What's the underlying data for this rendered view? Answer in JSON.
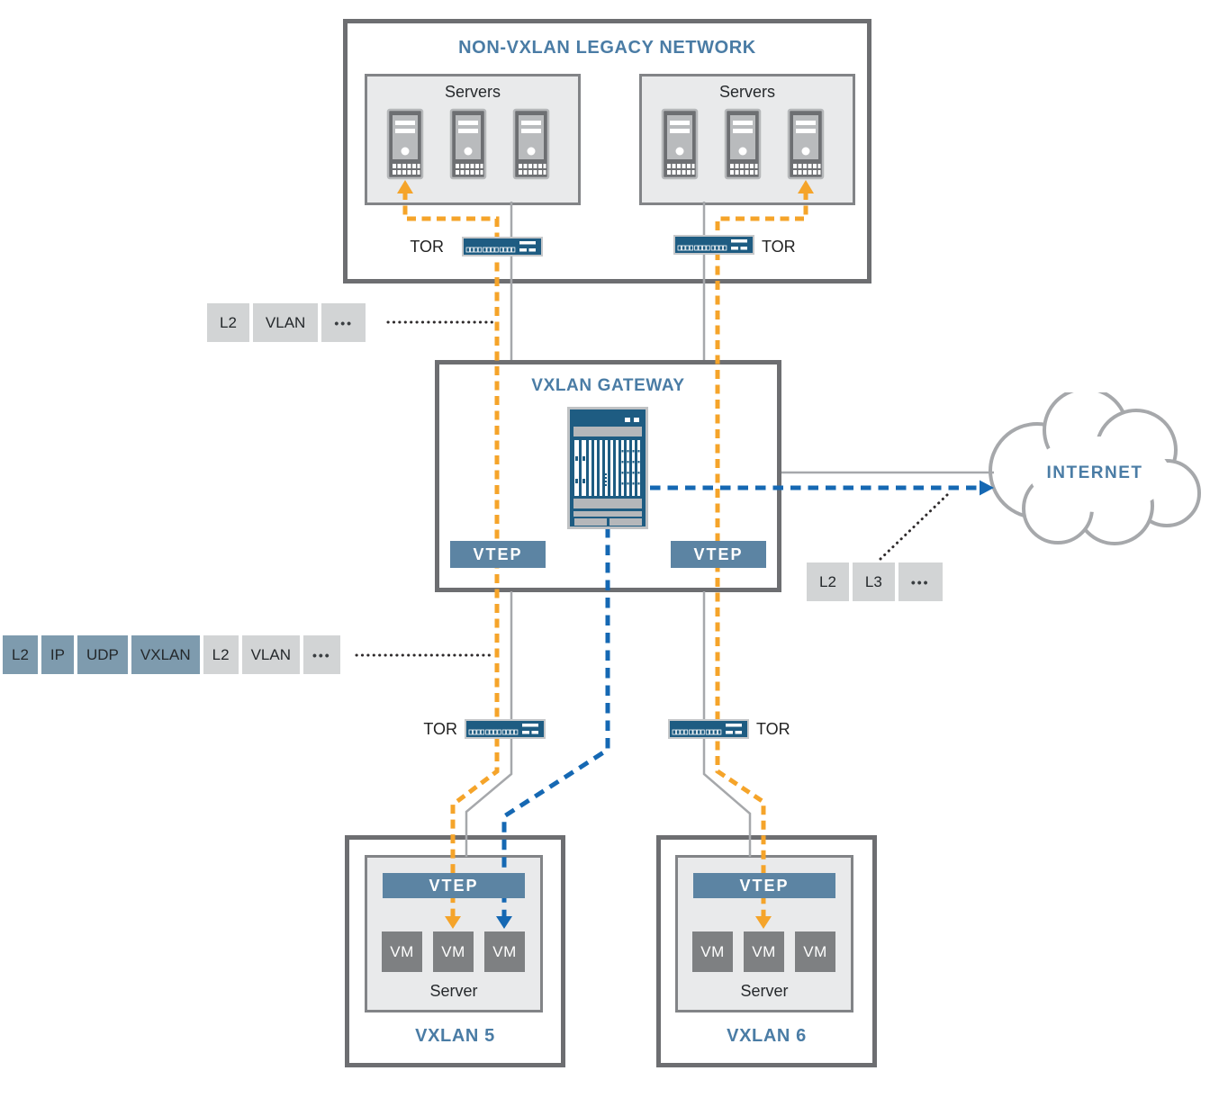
{
  "legacy_network": {
    "title": "NON-VXLAN LEGACY NETWORK",
    "groups": [
      {
        "label": "Servers"
      },
      {
        "label": "Servers"
      }
    ],
    "tor_labels": [
      "TOR",
      "TOR"
    ]
  },
  "gateway": {
    "title": "VXLAN GATEWAY",
    "vteps": [
      "VTEP",
      "VTEP"
    ]
  },
  "internet": {
    "label": "INTERNET"
  },
  "tor_row": {
    "labels": [
      "TOR",
      "TOR"
    ]
  },
  "packet_headers": {
    "legacy_l2": {
      "items": [
        {
          "text": "L2",
          "style": "gray"
        },
        {
          "text": "VLAN",
          "style": "gray"
        },
        {
          "text": "•••",
          "style": "gray"
        }
      ]
    },
    "vxlan_encap": {
      "items": [
        {
          "text": "L2",
          "style": "blue"
        },
        {
          "text": "IP",
          "style": "blue"
        },
        {
          "text": "UDP",
          "style": "blue"
        },
        {
          "text": "VXLAN",
          "style": "blue"
        },
        {
          "text": "L2",
          "style": "gray"
        },
        {
          "text": "VLAN",
          "style": "gray"
        },
        {
          "text": "•••",
          "style": "gray"
        }
      ]
    },
    "internet_l3": {
      "items": [
        {
          "text": "L2",
          "style": "gray"
        },
        {
          "text": "L3",
          "style": "gray"
        },
        {
          "text": "•••",
          "style": "gray"
        }
      ]
    }
  },
  "vxlan_segments": [
    {
      "vtep": "VTEP",
      "vms": [
        "VM",
        "VM",
        "VM"
      ],
      "server": "Server",
      "name": "VXLAN 5"
    },
    {
      "vtep": "VTEP",
      "vms": [
        "VM",
        "VM",
        "VM"
      ],
      "server": "Server",
      "name": "VXLAN 6"
    }
  ],
  "colors": {
    "orange_path": "#F5A42A",
    "blue_path": "#1568B3",
    "steel_text": "#4A7CA5",
    "device_navy": "#1E5C82",
    "vtep_bar": "#5C84A3",
    "vm_fill": "#7E8082",
    "panel_fill": "#E9EAEB",
    "label_gray": "#D2D4D5",
    "label_blue": "#7E9BAE",
    "line_gray": "#A6A8AB"
  }
}
